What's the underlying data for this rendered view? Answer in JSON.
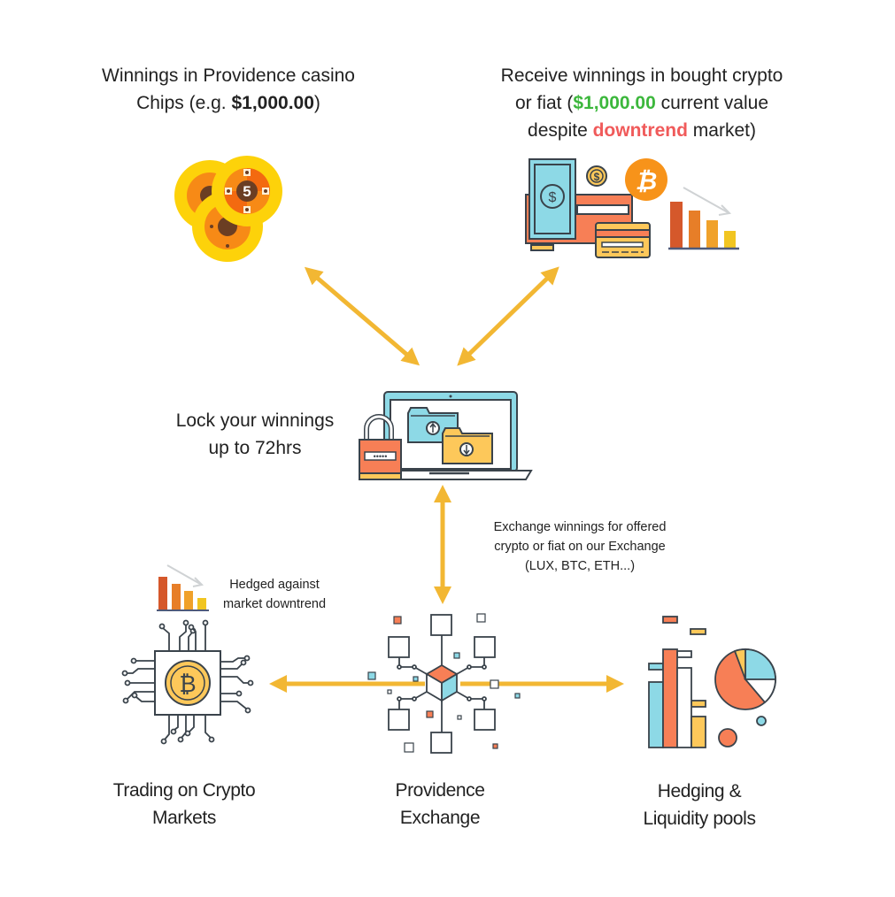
{
  "colors": {
    "arrow": "#f2b733",
    "outline": "#3a434b",
    "orange": "#f77f56",
    "yellow": "#fdc85a",
    "blue": "#8dd9e6",
    "chip_gold": "#fdd20a",
    "chip_orange": "#f78a16",
    "chip_brown": "#6b3e23",
    "bitcoin": "#f7931a",
    "positive": "#3cb73c",
    "negative": "#f05a5a"
  },
  "nodes": {
    "casino_chips": {
      "line1": "Winnings in Providence casino",
      "line2_prefix": "Chips (e.g. ",
      "line2_amount": "$1,000.00",
      "line2_suffix": ")",
      "icon": "casino-chips-icon",
      "chip_label": "5"
    },
    "receive_winnings": {
      "line1": "Receive winnings in bought crypto",
      "line2_prefix": "or fiat (",
      "line2_amount": "$1,000.00",
      "line2_suffix": " current value",
      "line3_prefix": "despite ",
      "line3_highlight": "downtrend",
      "line3_suffix": " market)",
      "icons": [
        "wallet-icon",
        "banknote-icon",
        "coin-icon",
        "bitcoin-icon",
        "credit-card-icon",
        "downtrend-chart-icon"
      ],
      "coin_symbol": "$",
      "bitcoin_symbol": "₿"
    },
    "lock_winnings": {
      "line1": "Lock your winnings",
      "line2": "up to 72hrs",
      "icon": "laptop-lock-icon",
      "password_mask": "•••••"
    },
    "exchange_note": {
      "line1": "Exchange winnings for offered",
      "line2": "crypto or fiat on our Exchange",
      "line3": "(LUX, BTC, ETH...)"
    },
    "hedged_note": {
      "line1": "Hedged against",
      "line2": "market downtrend"
    },
    "trading": {
      "line1": "Trading on Crypto",
      "line2": "Markets",
      "icon": "bitcoin-chip-icon",
      "bitcoin_symbol": "₿"
    },
    "exchange": {
      "line1": "Providence",
      "line2": "Exchange",
      "icon": "blockchain-network-icon"
    },
    "hedging": {
      "line1": "Hedging &",
      "line2": "Liquidity pools",
      "icon": "analytics-chart-icon"
    }
  },
  "connections": [
    {
      "from": "casino_chips",
      "to": "lock_winnings",
      "type": "bidirectional"
    },
    {
      "from": "receive_winnings",
      "to": "lock_winnings",
      "type": "bidirectional"
    },
    {
      "from": "lock_winnings",
      "to": "exchange",
      "type": "bidirectional"
    },
    {
      "from": "exchange",
      "to": "trading",
      "type": "directed"
    },
    {
      "from": "exchange",
      "to": "hedging",
      "type": "directed"
    }
  ]
}
